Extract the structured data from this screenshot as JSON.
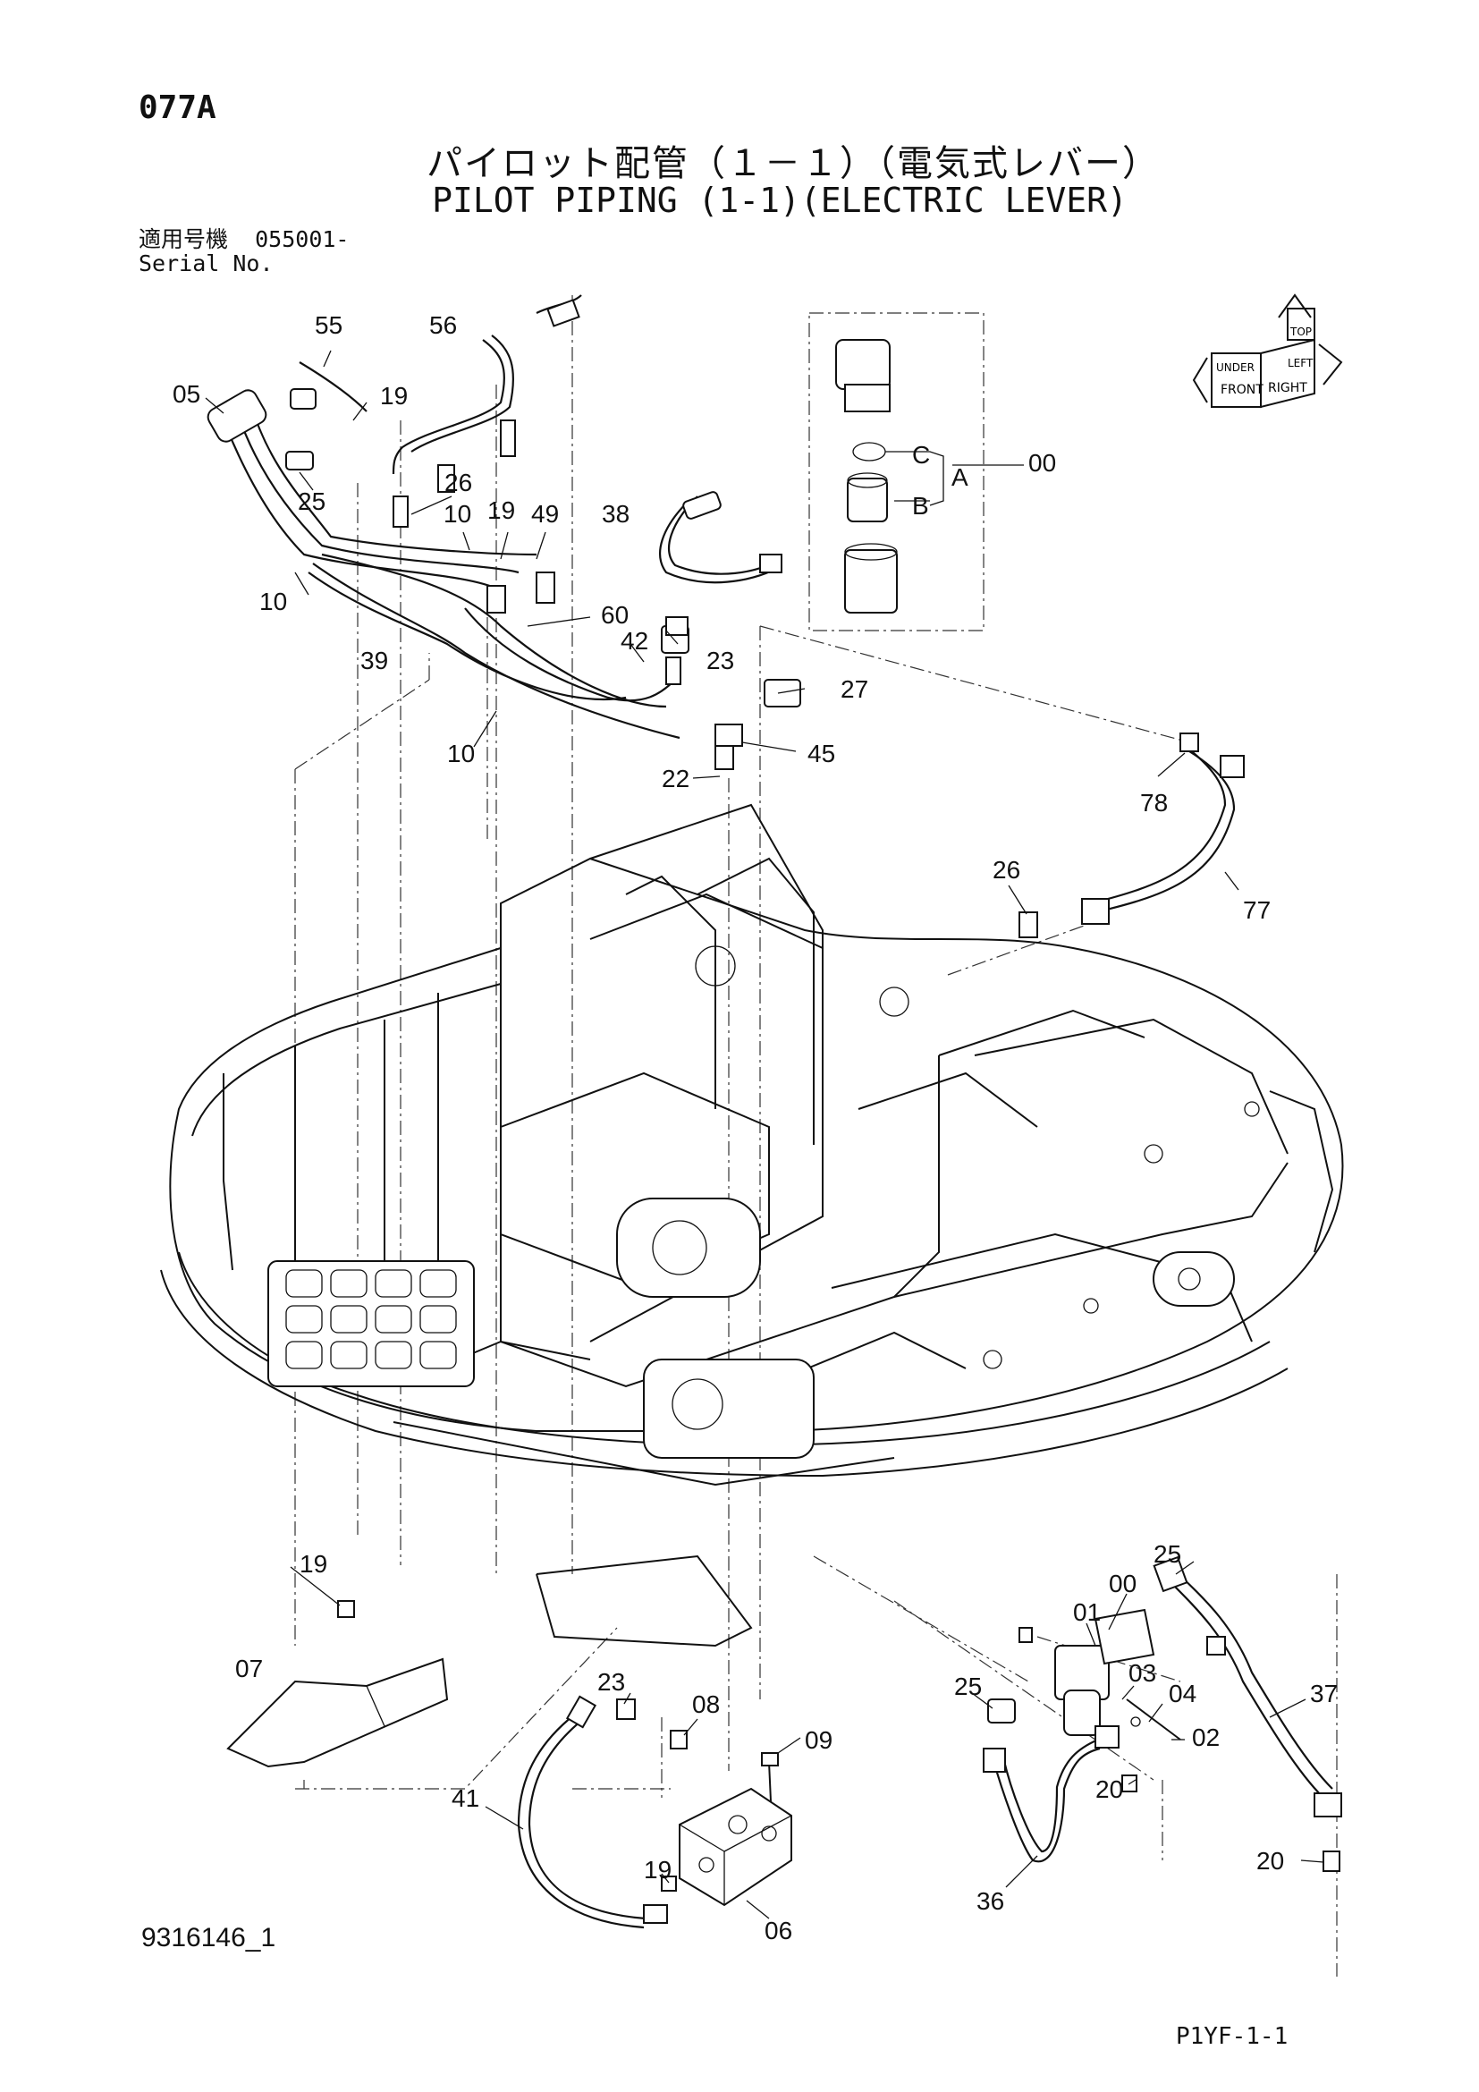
{
  "header": {
    "page_code": "077A",
    "title_jp": "パイロット配管（１－１）（電気式レバー）",
    "title_en": "PILOT PIPING (1-1)(ELECTRIC LEVER)",
    "serial_label_jp": "適用号機",
    "serial_value": "055001-",
    "serial_label_en": "Serial No."
  },
  "orientation_icon": {
    "labels": [
      "FRONT",
      "RIGHT",
      "TOP",
      "UNDER",
      "LEFT"
    ]
  },
  "callouts": {
    "p55": "55",
    "p56": "56",
    "p05": "05",
    "p19a": "19",
    "p25a": "25",
    "p26a": "26",
    "p10a": "10",
    "p19b": "19",
    "p49": "49",
    "p38": "38",
    "p10b": "10",
    "p60": "60",
    "p39": "39",
    "p42": "42",
    "p23a": "23",
    "p27": "27",
    "p10c": "10",
    "p45": "45",
    "p22": "22",
    "p78": "78",
    "p26b": "26",
    "p77": "77",
    "p00a": "00",
    "pA": "A",
    "pB": "B",
    "pC": "C",
    "p19c": "19",
    "p07": "07",
    "p23b": "23",
    "p08": "08",
    "p09": "09",
    "p41": "41",
    "p19d": "19",
    "p06": "06",
    "p25b": "25",
    "p00b": "00",
    "p01": "01",
    "p03": "03",
    "p04": "04",
    "p02": "02",
    "p25c": "25",
    "p37": "37",
    "p20a": "20",
    "p20b": "20",
    "p36": "36"
  },
  "footer": {
    "doc_number": "9316146_1",
    "page_ref": "P1YF-1-1"
  }
}
